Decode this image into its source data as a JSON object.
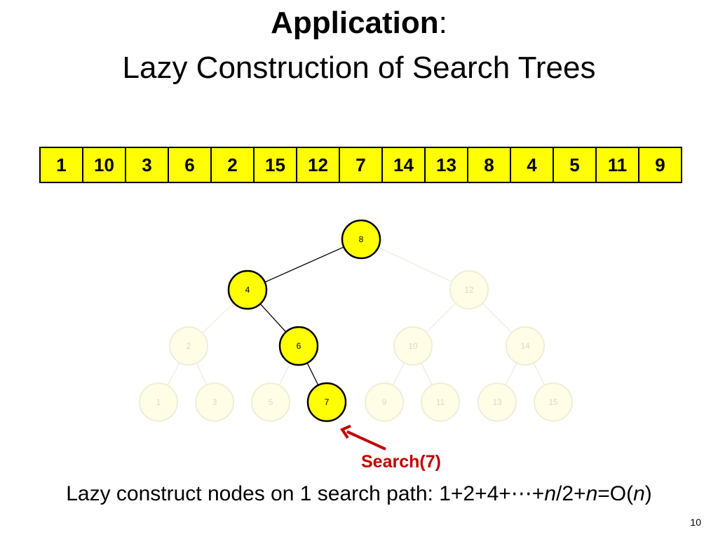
{
  "title": {
    "line1_bold": "Application",
    "line1_rest": ":",
    "line2": "Lazy Construction of Search Trees"
  },
  "array": [
    "1",
    "10",
    "3",
    "6",
    "2",
    "15",
    "12",
    "7",
    "14",
    "13",
    "8",
    "4",
    "5",
    "11",
    "9"
  ],
  "tree": {
    "nodes": [
      {
        "label": "8",
        "level": 0,
        "slot": 0,
        "active": true
      },
      {
        "label": "4",
        "level": 1,
        "slot": 0,
        "active": true
      },
      {
        "label": "12",
        "level": 1,
        "slot": 1,
        "active": false
      },
      {
        "label": "2",
        "level": 2,
        "slot": 0,
        "active": false
      },
      {
        "label": "6",
        "level": 2,
        "slot": 1,
        "active": true
      },
      {
        "label": "10",
        "level": 2,
        "slot": 2,
        "active": false
      },
      {
        "label": "14",
        "level": 2,
        "slot": 3,
        "active": false
      },
      {
        "label": "1",
        "level": 3,
        "slot": 0,
        "active": false
      },
      {
        "label": "3",
        "level": 3,
        "slot": 1,
        "active": false
      },
      {
        "label": "5",
        "level": 3,
        "slot": 2,
        "active": false
      },
      {
        "label": "7",
        "level": 3,
        "slot": 3,
        "active": true
      },
      {
        "label": "9",
        "level": 3,
        "slot": 4,
        "active": false
      },
      {
        "label": "11",
        "level": 3,
        "slot": 5,
        "active": false
      },
      {
        "label": "13",
        "level": 3,
        "slot": 6,
        "active": false
      },
      {
        "label": "15",
        "level": 3,
        "slot": 7,
        "active": false
      }
    ],
    "edges": [
      {
        "from": "8",
        "to": "4",
        "active": true
      },
      {
        "from": "8",
        "to": "12",
        "active": false
      },
      {
        "from": "4",
        "to": "2",
        "active": false
      },
      {
        "from": "4",
        "to": "6",
        "active": true
      },
      {
        "from": "12",
        "to": "10",
        "active": false
      },
      {
        "from": "12",
        "to": "14",
        "active": false
      },
      {
        "from": "2",
        "to": "1",
        "active": false
      },
      {
        "from": "2",
        "to": "3",
        "active": false
      },
      {
        "from": "6",
        "to": "5",
        "active": false
      },
      {
        "from": "6",
        "to": "7",
        "active": true
      },
      {
        "from": "10",
        "to": "9",
        "active": false
      },
      {
        "from": "10",
        "to": "11",
        "active": false
      },
      {
        "from": "14",
        "to": "13",
        "active": false
      },
      {
        "from": "14",
        "to": "15",
        "active": false
      }
    ]
  },
  "search_label": "Search(7)",
  "caption": {
    "prefix": "Lazy construct nodes on 1 search path: 1+2+4+⋯+",
    "n1": "n",
    "mid": "/2+",
    "n2": "n",
    "mid2": "=O(",
    "n3": "n",
    "suffix": ")"
  },
  "page_number": "10",
  "colors": {
    "active_fill": "#ffff00",
    "inactive_fill": "#fffde6",
    "inactive_stroke": "#eeeed8",
    "inactive_text": "#d9d9c8",
    "arrow": "#c00000"
  }
}
